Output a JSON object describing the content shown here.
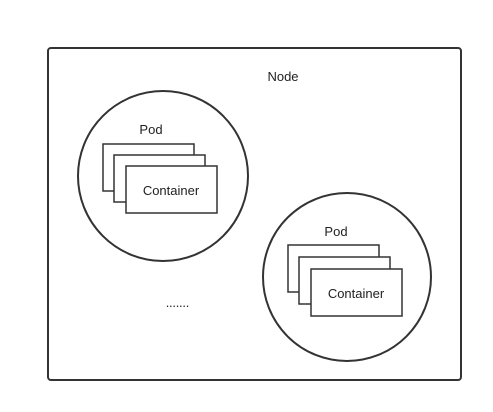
{
  "node": {
    "label": "Node"
  },
  "pods": [
    {
      "label": "Pod",
      "container_label": "Container"
    },
    {
      "label": "Pod",
      "container_label": "Container"
    }
  ],
  "ellipsis": "·······",
  "colors": {
    "stroke": "#333333",
    "background": "#ffffff",
    "text": "#222222"
  }
}
